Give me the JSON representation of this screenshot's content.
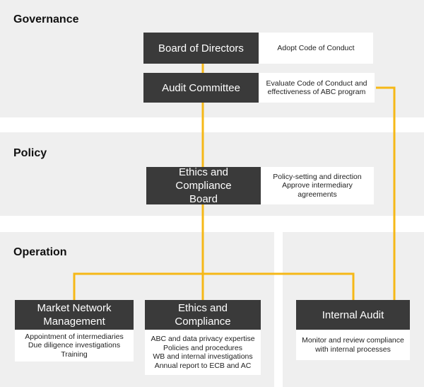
{
  "colors": {
    "connector": "#f6b817",
    "box": "#3a3a3a",
    "band": "#efefef"
  },
  "sections": {
    "governance": "Governance",
    "policy": "Policy",
    "operation": "Operation"
  },
  "nodes": {
    "board": {
      "label": "Board of Directors",
      "note": "Adopt Code of Conduct"
    },
    "audit_committee": {
      "label": "Audit Committee",
      "note": "Evaluate Code of Conduct and effectiveness of ABC program"
    },
    "ethics_board": {
      "label": "Ethics and Compliance Board",
      "note": "Policy-setting and direction Approve intermediary agreements"
    },
    "market_network": {
      "label": "Market Network Management",
      "notes": [
        "Appointment of intermediaries",
        "Due diligence investigations",
        "Training"
      ]
    },
    "ethics_compliance": {
      "label": "Ethics and Compliance",
      "notes": [
        "ABC and data privacy expertise",
        "Policies and procedures",
        "WB and internal investigations",
        "Annual report to ECB and AC"
      ]
    },
    "internal_audit": {
      "label": "Internal Audit",
      "note": "Monitor and review compliance with internal processes"
    }
  }
}
